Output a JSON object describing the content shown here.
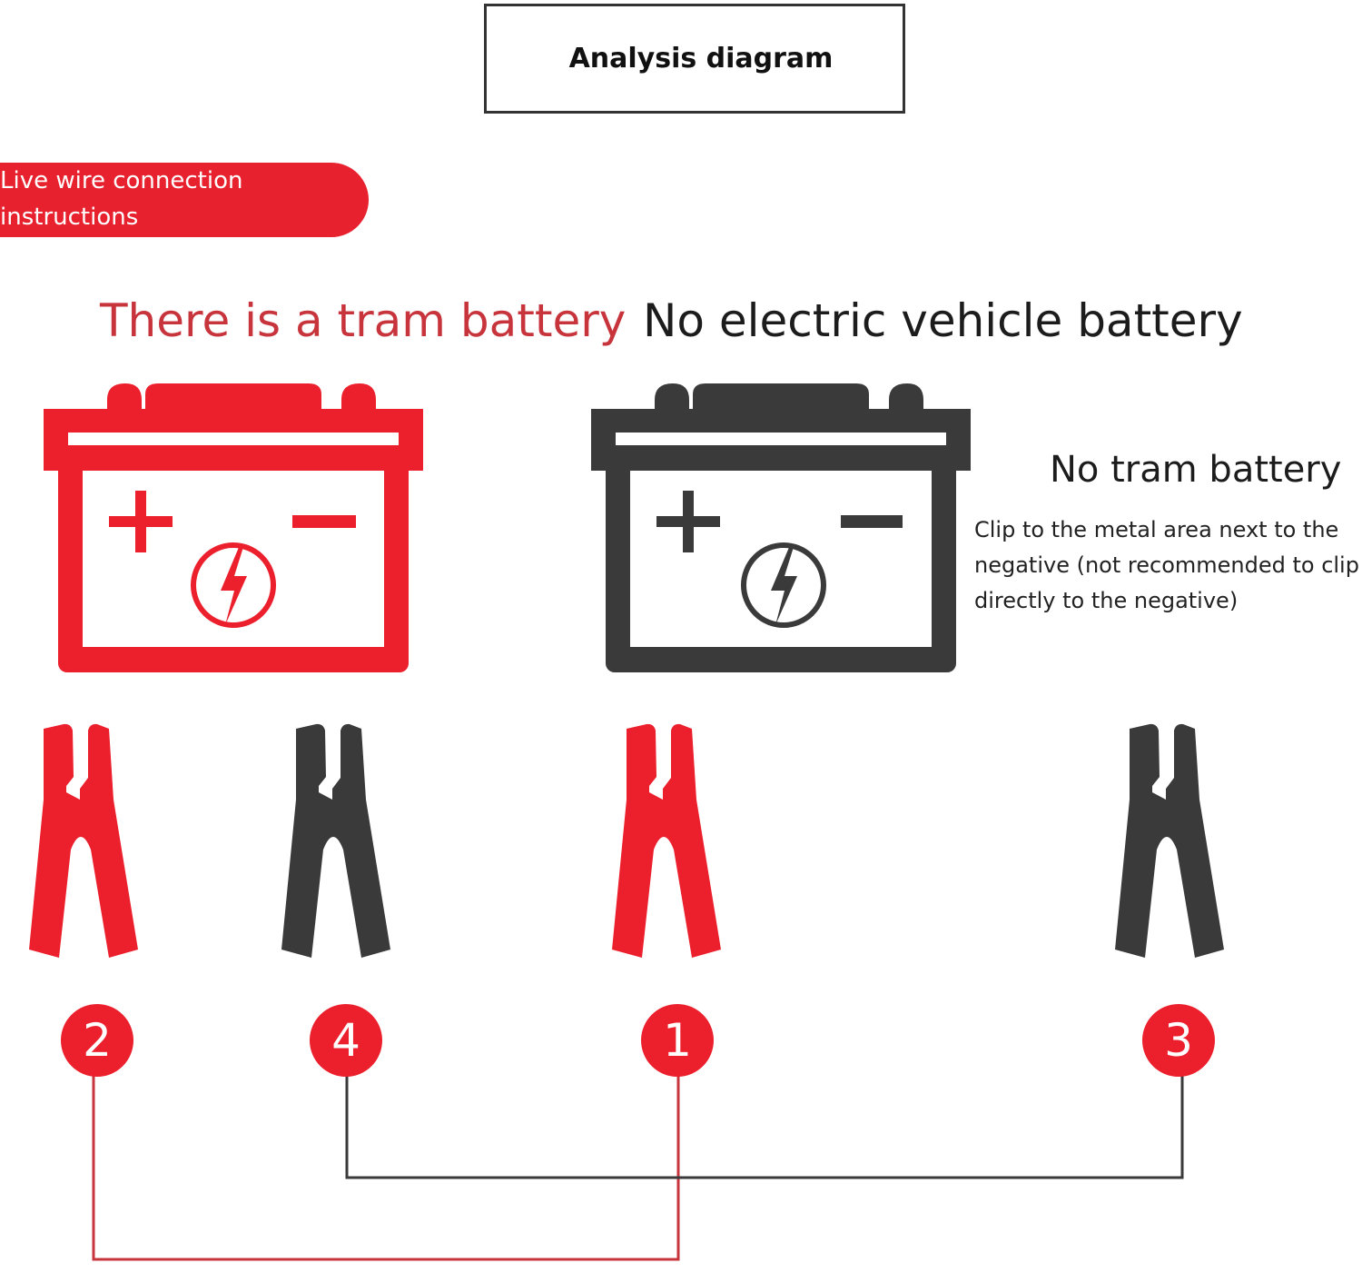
{
  "header": {
    "title": "Analysis diagram"
  },
  "badge": {
    "line1": "Live wire connection",
    "line2": "instructions"
  },
  "sections": {
    "left_title": "There is a tram battery",
    "right_title": "No electric vehicle battery",
    "right_subtitle": "No tram battery",
    "note_lines": [
      "Clip to the metal area next to the",
      "negative (not recommended to clip",
      "directly to the negative)"
    ]
  },
  "batteries": [
    {
      "color": "#ec1f2d",
      "plus": "+",
      "minus": "−"
    },
    {
      "color": "#3a3a3a",
      "plus": "+",
      "minus": "−"
    }
  ],
  "clamps": [
    {
      "color": "red",
      "order": "2"
    },
    {
      "color": "black",
      "order": "4"
    },
    {
      "color": "red",
      "order": "1"
    },
    {
      "color": "black",
      "order": "3"
    }
  ],
  "colors": {
    "red": "#ec1f2d",
    "black": "#3a3a3a",
    "wire_red": "#c8343c",
    "wire_black": "#3a3a3a"
  }
}
